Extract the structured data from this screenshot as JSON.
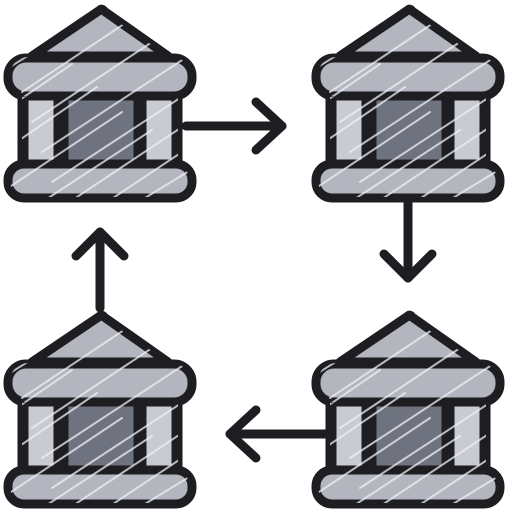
{
  "icon": {
    "subject": "bank-transfer-cycle-icon",
    "style": "hand-drawn sketch with hatching",
    "colors": {
      "outline": "#1e1e22",
      "fill_light": "#c9cbd3",
      "fill_mid": "#b3b6bf",
      "fill_dark": "#6f737f",
      "background": "#ffffff"
    },
    "buildings": [
      {
        "id": "top-left"
      },
      {
        "id": "top-right"
      },
      {
        "id": "bottom-right"
      },
      {
        "id": "bottom-left"
      }
    ],
    "arrows": [
      {
        "from": "top-left",
        "to": "top-right",
        "direction": "right"
      },
      {
        "from": "top-right",
        "to": "bottom-right",
        "direction": "down"
      },
      {
        "from": "bottom-right",
        "to": "bottom-left",
        "direction": "left"
      },
      {
        "from": "bottom-left",
        "to": "top-left",
        "direction": "up"
      }
    ]
  }
}
